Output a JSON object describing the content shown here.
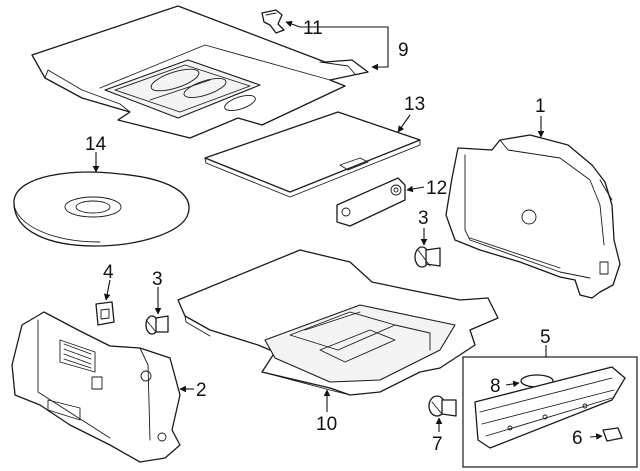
{
  "callouts": {
    "c1": "1",
    "c2": "2",
    "c3a": "3",
    "c3b": "3",
    "c4": "4",
    "c5": "5",
    "c6": "6",
    "c7": "7",
    "c8": "8",
    "c9": "9",
    "c10": "10",
    "c11": "11",
    "c12": "12",
    "c13": "13",
    "c14": "14"
  }
}
